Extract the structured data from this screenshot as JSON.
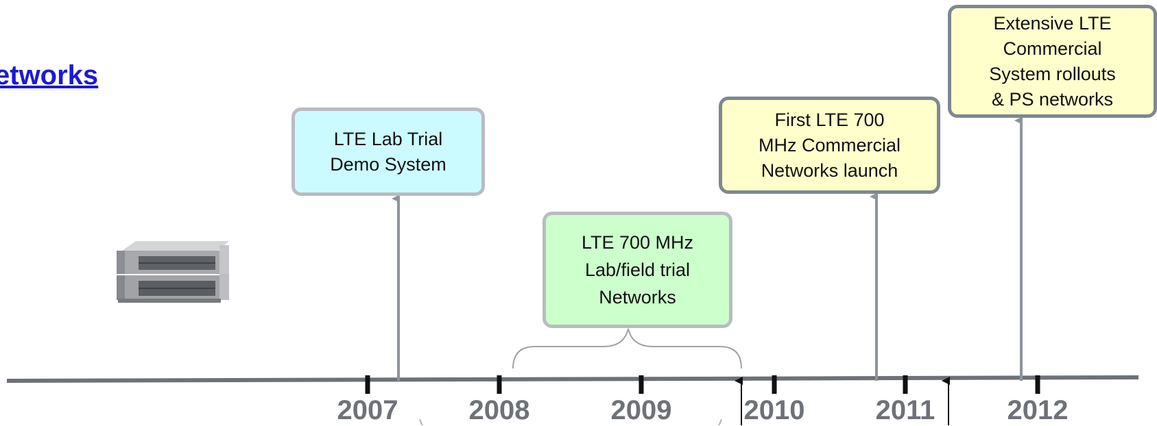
{
  "title": "etworks",
  "boxes": {
    "lab_trial": "LTE Lab Trial\nDemo System",
    "lte700_trial": "LTE 700 MHz\nLab/field trial\nNetworks",
    "first_lte700": "First LTE 700\nMHz Commercial\nNetworks launch",
    "extensive": "Extensive LTE\nCommercial\nSystem rollouts\n& PS networks"
  },
  "timeline": {
    "years": [
      "2007",
      "2008",
      "2009",
      "2010",
      "2011",
      "2012"
    ]
  },
  "colors": {
    "title": "#1a1ad6",
    "blue_box": "#ccfbff",
    "green_box": "#ccffcc",
    "yellow_box": "#ffffcc",
    "axis": "#6d7278",
    "arrow": "#8e949b"
  },
  "icons": {
    "device": "network-equipment-icon"
  }
}
